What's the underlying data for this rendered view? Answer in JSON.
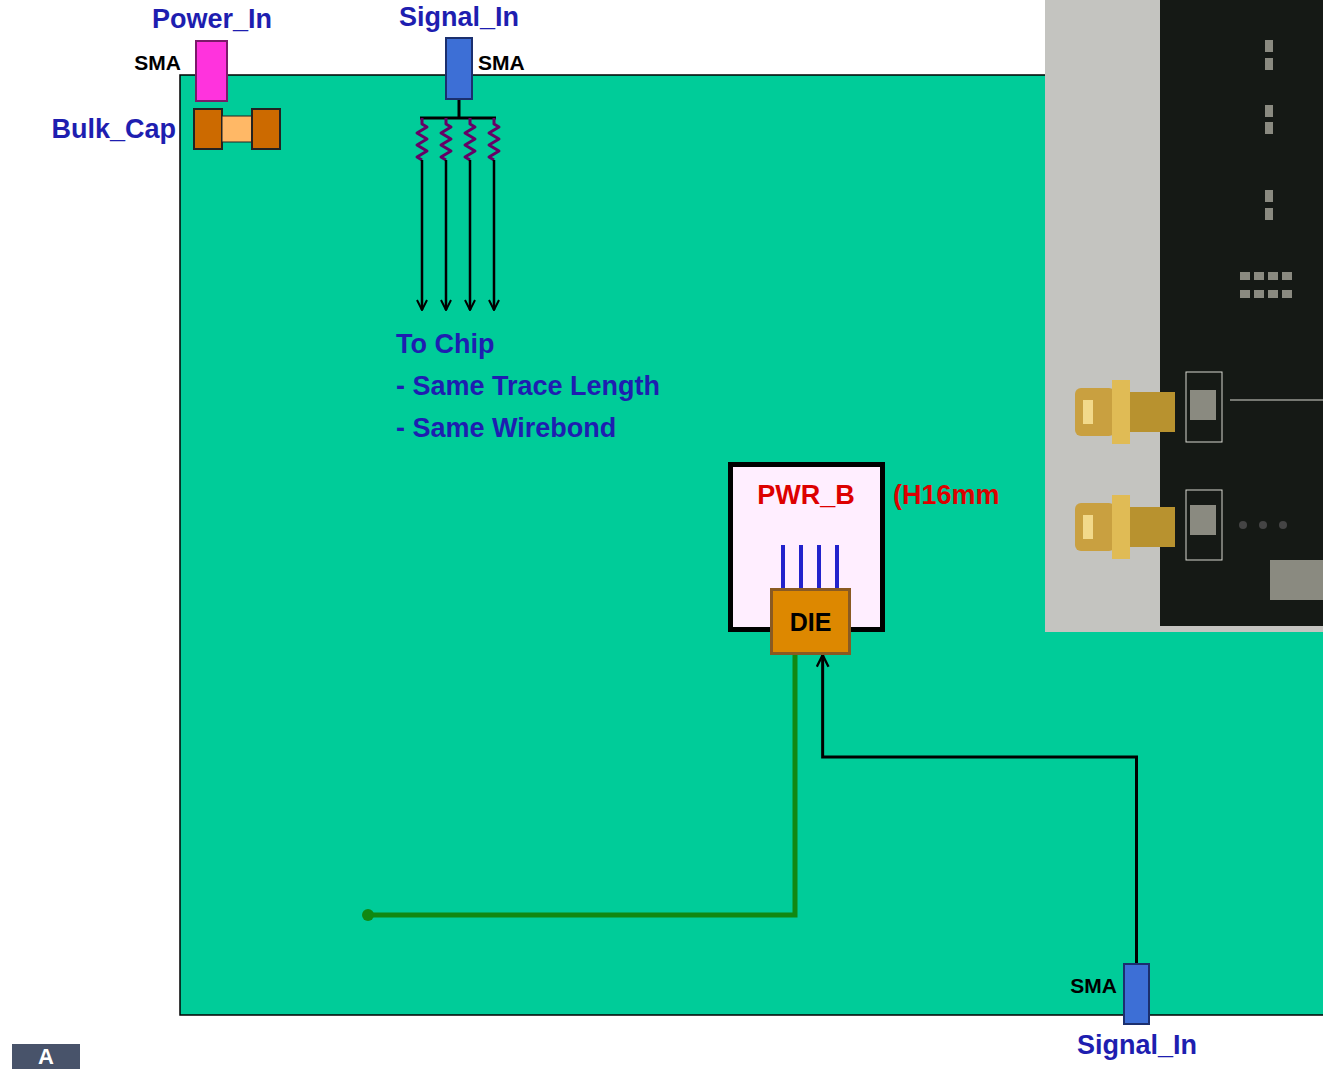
{
  "diagram": {
    "nodes": [
      {
        "text": [
          "Power_In",
          "SMA"
        ]
      },
      {
        "text": [
          "Signal_In",
          "SMA"
        ]
      },
      {
        "text": [
          "Bulk_Cap"
        ]
      },
      {
        "text": [
          "PWR_B",
          "(H16mm"
        ]
      },
      {
        "text": [
          "DIE"
        ],
        "in": 3
      },
      {
        "text": [
          "Signal_In",
          "SMA"
        ]
      }
    ],
    "edges": [
      {
        "from": 5,
        "to": 4,
        "arrow": "to"
      }
    ],
    "labels": [
      "To Chip",
      "- Same Trace Length",
      "- Same Wirebond",
      "A"
    ]
  }
}
